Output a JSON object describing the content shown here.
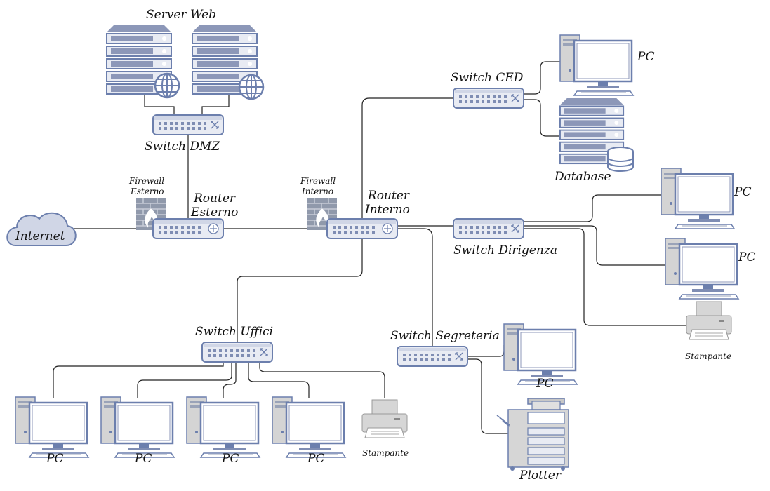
{
  "labels": {
    "server_web": "Server Web",
    "switch_dmz": "Switch  DMZ",
    "firewall_esterno": [
      "Firewall",
      "Esterno"
    ],
    "router_esterno": [
      "Router",
      "Esterno"
    ],
    "internet": "Internet",
    "firewall_interno": [
      "Firewall",
      "Interno"
    ],
    "router_interno": [
      "Router",
      "Interno"
    ],
    "switch_ced": "Switch  CED",
    "pc_ced": "PC",
    "database": "Database",
    "switch_dirigenza": "Switch  Dirigenza",
    "pc_dirigenza_1": "PC",
    "pc_dirigenza_2": "PC",
    "stampante_dirigenza": "Stampante",
    "switch_uffici": "Switch  Uffici",
    "pc_uffici": [
      "PC",
      "PC",
      "PC",
      "PC"
    ],
    "stampante_uffici": "Stampante",
    "switch_segreteria": "Switch  Segreteria",
    "pc_segreteria": "PC",
    "plotter": "Plotter"
  },
  "colors": {
    "device_fill": "#e8ebf3",
    "device_stroke": "#6c7fad",
    "light_fill": "#d6d6d6",
    "firewall_fill": "#9099ab",
    "line": "#222222"
  }
}
